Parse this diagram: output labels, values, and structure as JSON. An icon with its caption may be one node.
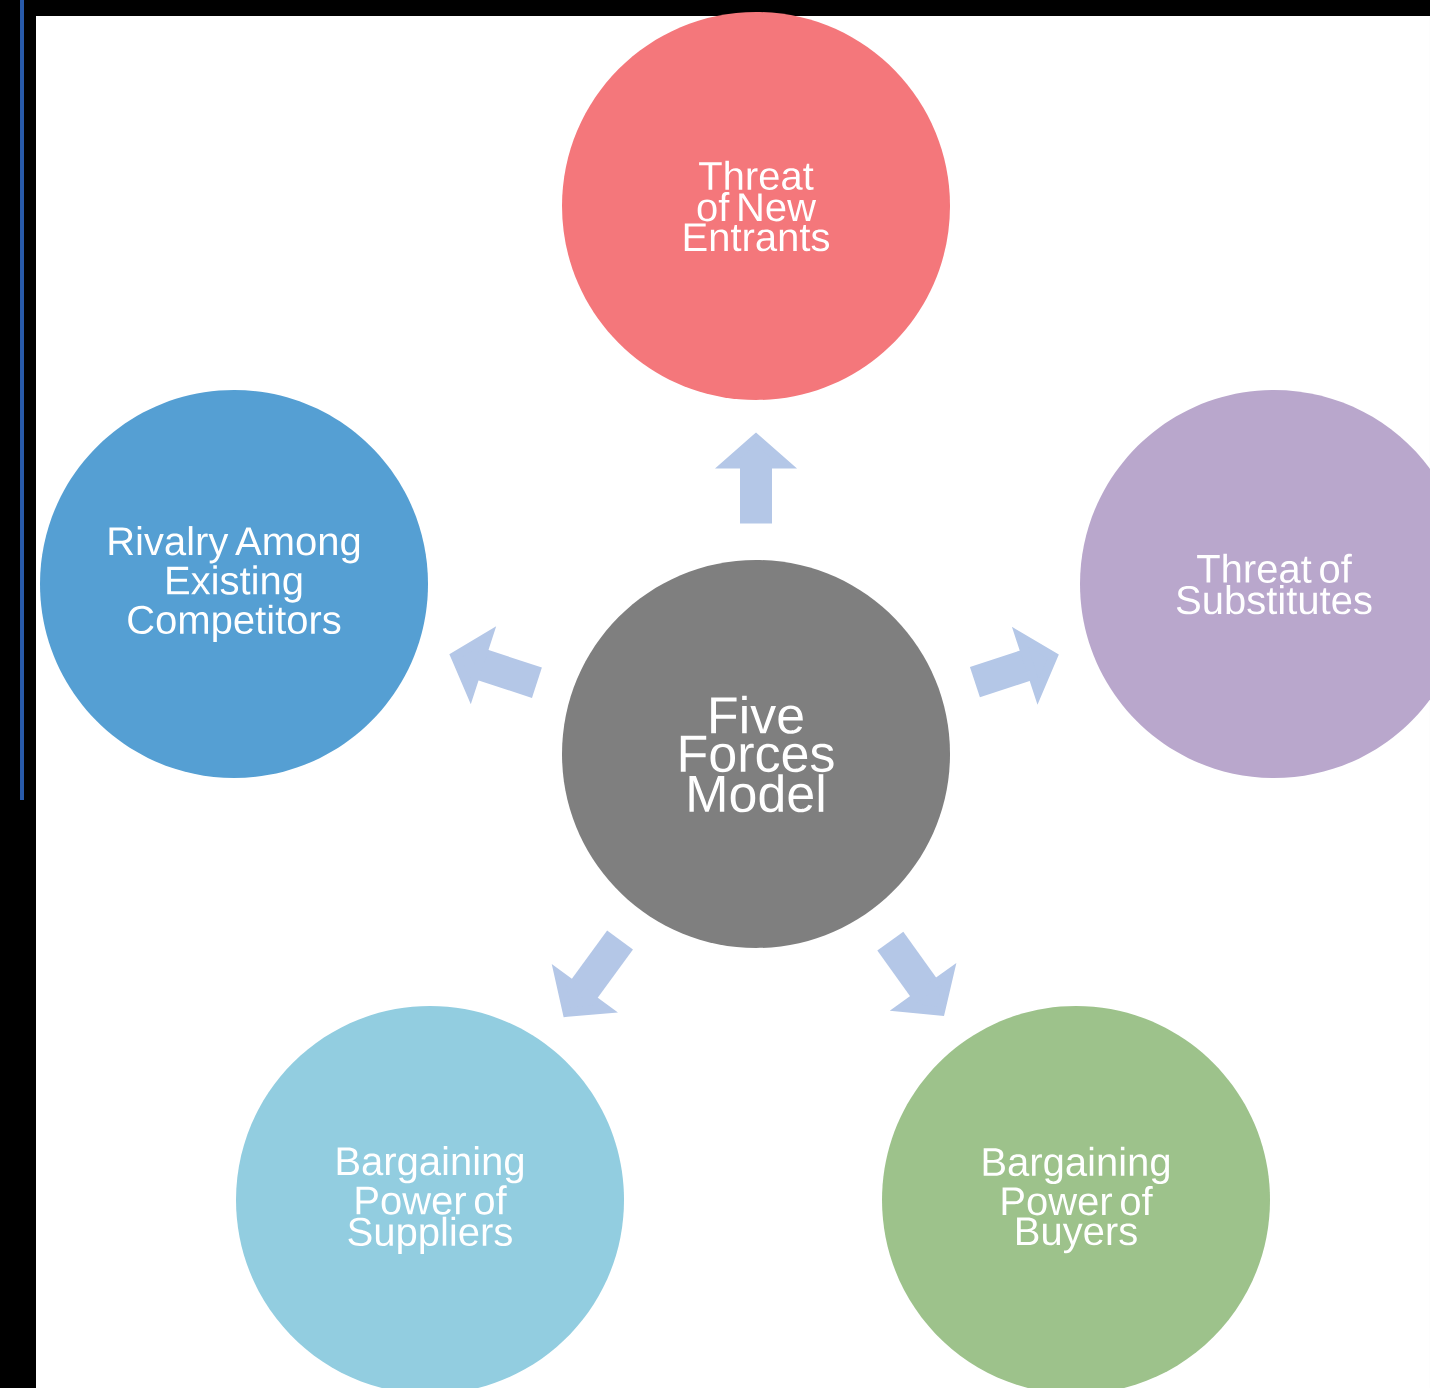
{
  "diagram": {
    "nodes": [
      {
        "text": [
          "Threat of New Entrants"
        ]
      },
      {
        "text": [
          "Rivalry Among Existing Competitors"
        ]
      },
      {
        "text": [
          "Threat of Substitutes"
        ]
      },
      {
        "text": [
          "Five Forces Model"
        ]
      },
      {
        "text": [
          "Bargaining Power of Suppliers"
        ]
      },
      {
        "text": [
          "Bargaining Power of Buyers"
        ]
      }
    ],
    "edges": [
      {
        "from": 3,
        "to": 0,
        "arrow": "to"
      },
      {
        "from": 3,
        "to": 1,
        "arrow": "to"
      },
      {
        "from": 3,
        "to": 2,
        "arrow": "to"
      },
      {
        "from": 3,
        "to": 4,
        "arrow": "to"
      },
      {
        "from": 3,
        "to": 5,
        "arrow": "to"
      }
    ]
  }
}
